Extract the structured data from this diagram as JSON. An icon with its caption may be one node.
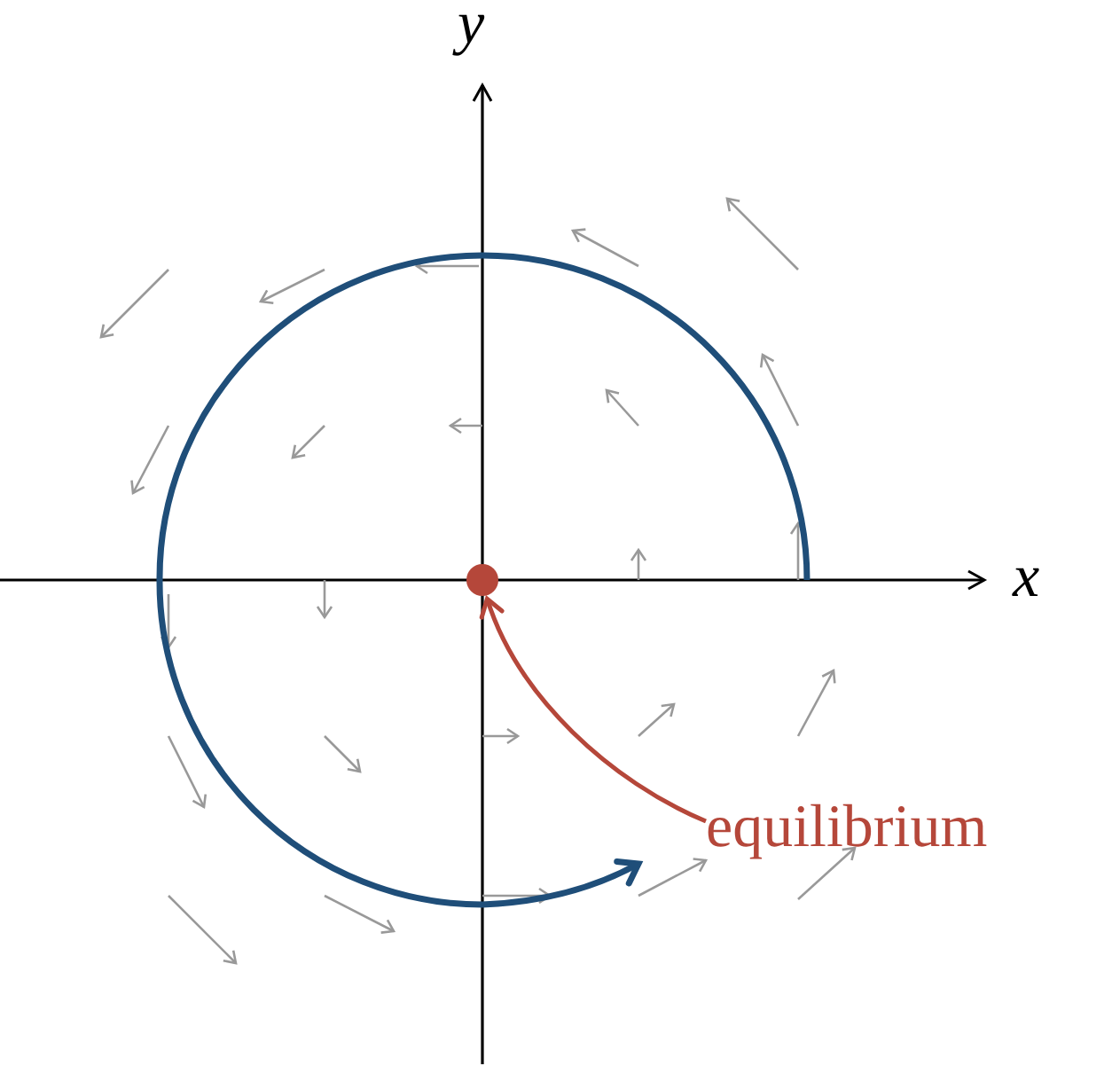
{
  "diagram": {
    "nodes": [
      {
        "text": [
          "equilibrium"
        ]
      },
      {
        "text": [],
        "shape": "circle"
      }
    ],
    "edges": [
      {
        "from": 0,
        "to": 1,
        "arrow": "to",
        "color": "#b5473a"
      }
    ],
    "labels": [
      "y",
      "x"
    ]
  }
}
